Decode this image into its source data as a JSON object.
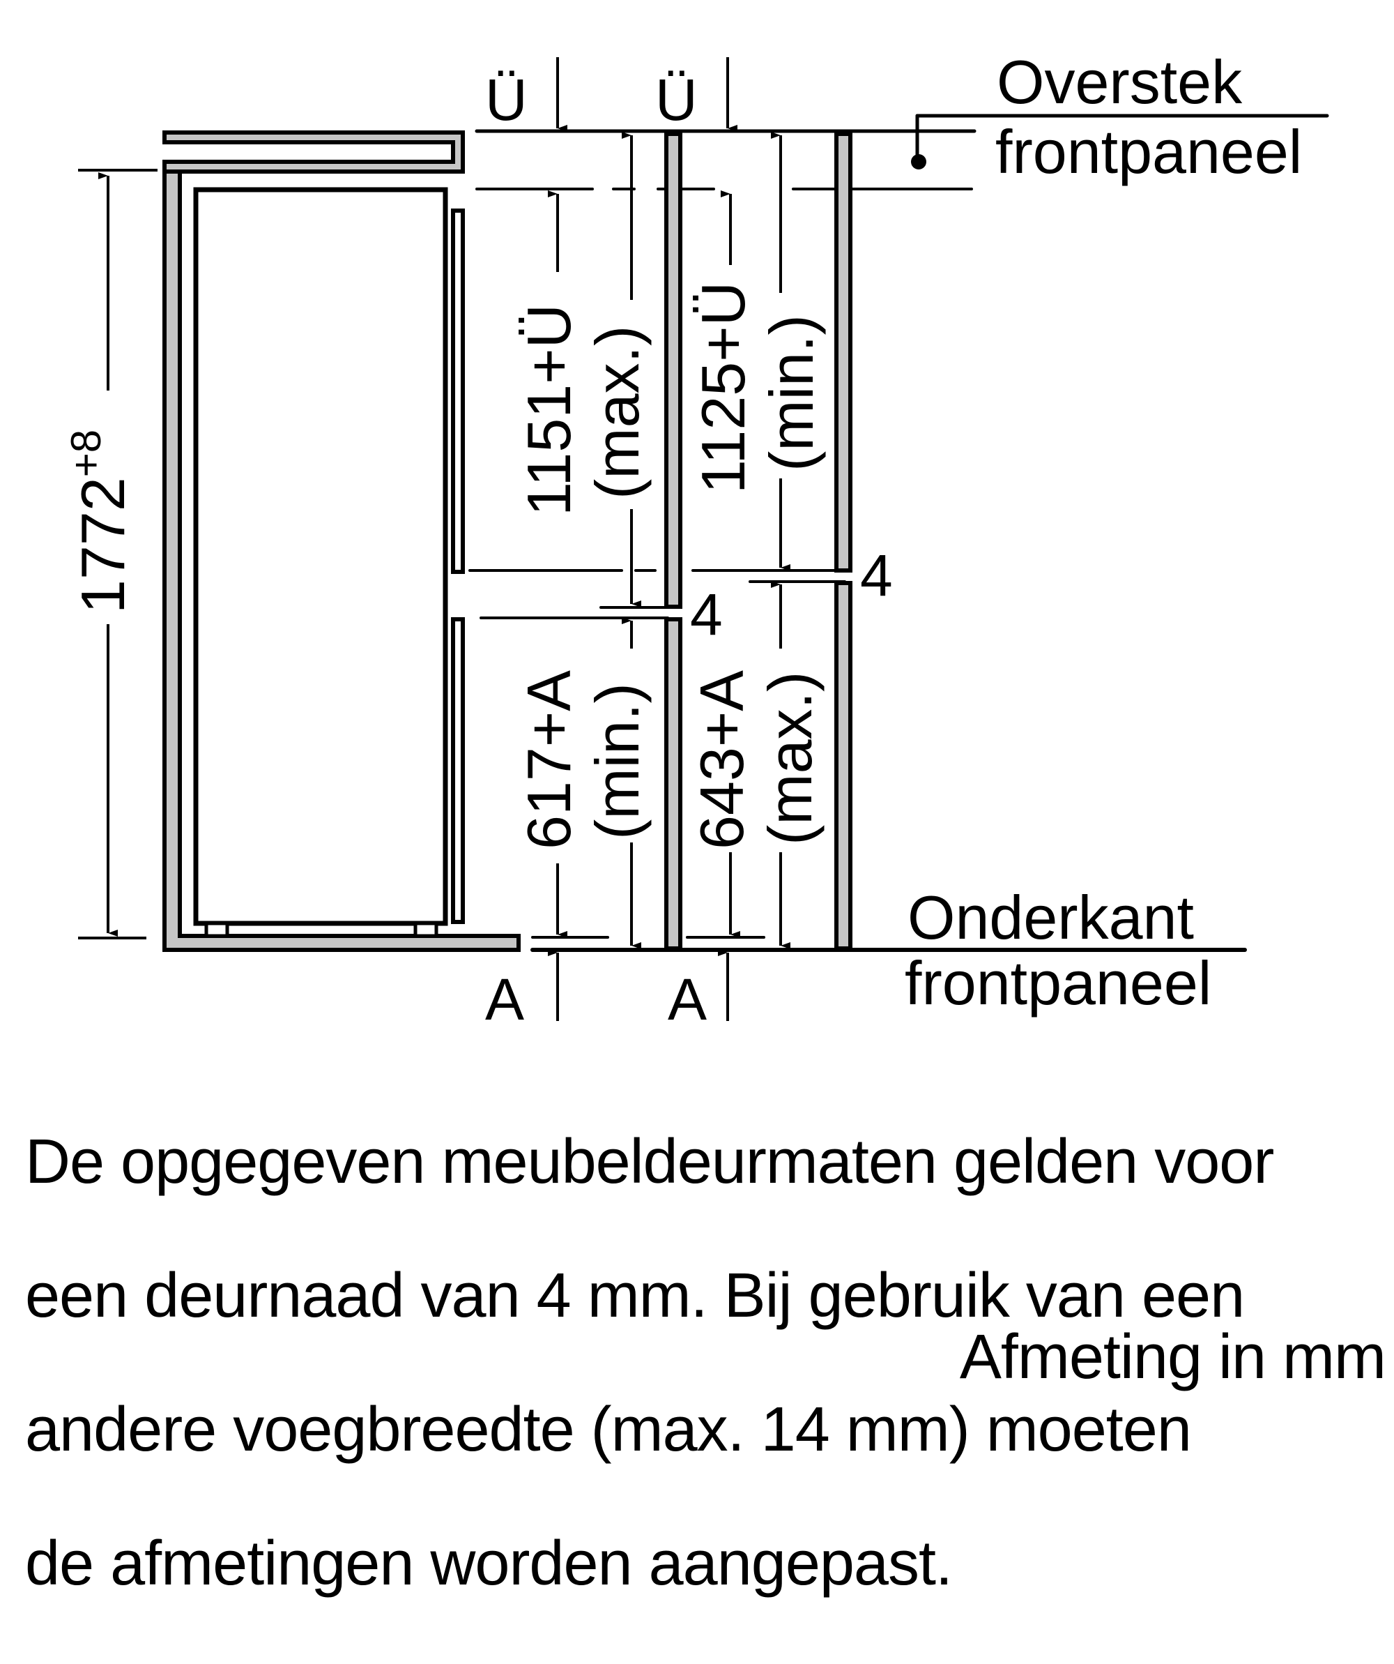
{
  "diagram": {
    "title_labels": {
      "overstek_line1": "Overstek",
      "overstek_line2": "frontpaneel",
      "onderkant_line1": "Onderkant",
      "onderkant_line2": "frontpaneel"
    },
    "symbols": {
      "overhang_left": "Ü",
      "overhang_right": "Ü",
      "bottom_left": "A",
      "bottom_right": "A"
    },
    "dimensions": {
      "total_height_main": "1772",
      "total_height_tolerance": "+8",
      "upper_left_value": "1151+Ü",
      "upper_left_qualifier": "(max.)",
      "upper_right_value": "1125+Ü",
      "upper_right_qualifier": "(min.)",
      "lower_left_value": "617+A",
      "lower_left_qualifier": "(min.)",
      "lower_right_value": "643+A",
      "lower_right_qualifier": "(max.)",
      "gap_left": "4",
      "gap_right": "4"
    },
    "colors": {
      "line": "#000000",
      "panel_fill": "#c6c6c6",
      "background": "#ffffff"
    }
  },
  "note": {
    "lines": [
      "De opgegeven meubeldeurmaten gelden voor",
      "een deurnaad van 4 mm. Bij gebruik van een",
      "andere voegbreedte (max. 14 mm) moeten",
      "de afmetingen worden aangepast."
    ]
  },
  "unit_label": "Afmeting in mm"
}
